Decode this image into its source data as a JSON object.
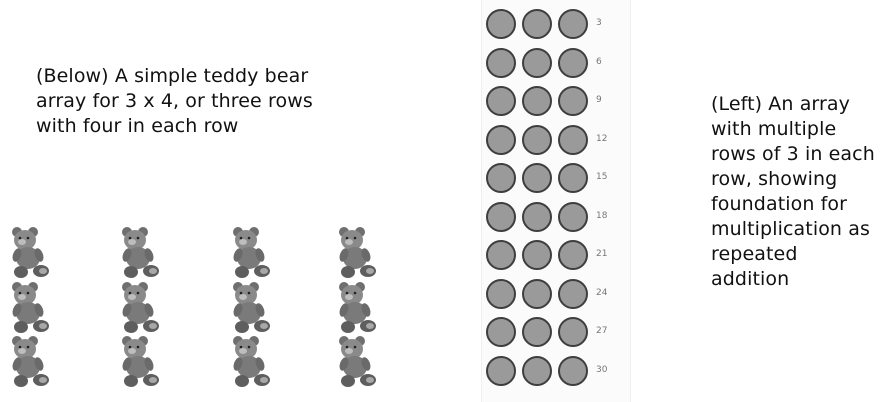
{
  "captions": {
    "left": "(Below) A simple teddy bear array for 3 x 4, or three rows with four in each row",
    "right": "(Left) An array with multiple rows of 3 in each row, showing foundation for multiplication as repeated addition"
  },
  "bear_array": {
    "rows": 3,
    "columns": 4,
    "icon": "teddy-bear-icon"
  },
  "circle_array": {
    "columns": 3,
    "row_totals": [
      "3",
      "6",
      "9",
      "12",
      "15",
      "18",
      "21",
      "24",
      "27",
      "30"
    ],
    "fill_color": "#9a9a9a",
    "stroke_color": "#3e3e3e"
  }
}
